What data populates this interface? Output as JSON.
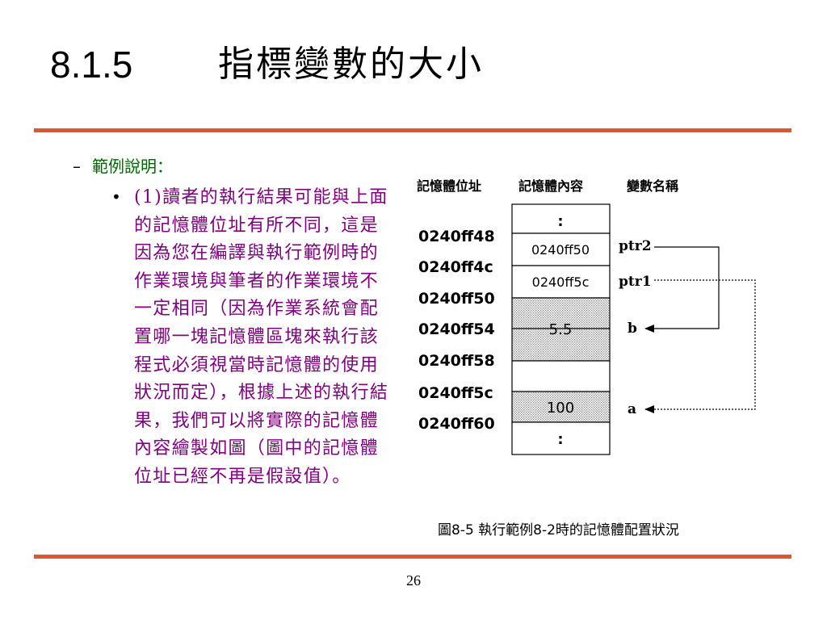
{
  "title": {
    "number": "8.1.5",
    "text": "指標變數的大小"
  },
  "subheading": {
    "dash": "–",
    "text": "範例說明："
  },
  "bullet": {
    "marker": "•",
    "text": "(1)讀者的執行結果可能與上面的記憶體位址有所不同，這是因為您在編譯與執行範例時的作業環境與筆者的作業環境不一定相同（因為作業系統會配置哪一塊記憶體區塊來執行該程式必須視當時記憶體的使用狀況而定），根據上述的執行結果，我們可以將實際的記憶體內容繪製如圖（圖中的記憶體位址已經不再是假設值）。"
  },
  "diagram": {
    "headers": {
      "address": "記憶體位址",
      "content": "記憶體內容",
      "name": "變數名稱"
    },
    "addresses": [
      "0240ff48",
      "0240ff4c",
      "0240ff50",
      "0240ff54",
      "0240ff58",
      "0240ff5c",
      "0240ff60"
    ],
    "cells": [
      ":",
      "0240ff50",
      "0240ff5c",
      "",
      "5.5",
      "",
      "100",
      "",
      ":"
    ],
    "variables": [
      "ptr2",
      "ptr1",
      "b",
      "a"
    ]
  },
  "caption": "圖8-5  執行範例8-2時的記憶體配置狀況",
  "page_number": "26"
}
